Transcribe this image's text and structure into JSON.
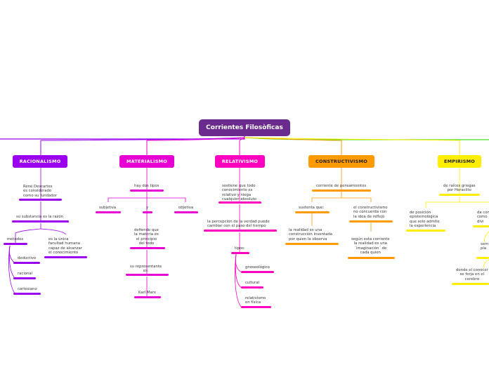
{
  "root": "Corrientes Filosòficas",
  "colors": {
    "root": "#6a2a8e",
    "racionalismo": "#9b00ef",
    "materialismo": "#e600d2",
    "relativismo": "#ff00bf",
    "constructivismo": "#ff9a00",
    "empirismo": "#ffee00",
    "far_right": "#44dd22"
  },
  "branches": {
    "racionalismo": "RACIONALISMO",
    "materialismo": "MATERIALISMO",
    "relativismo": "RELATIVISMO",
    "constructivismo": "CONSTRUCTIVISMO",
    "empirismo": "EMPIRISMO"
  },
  "racionalismo": {
    "n1": "René Descartes\nes considerado\ncomo su fundador",
    "n2": "su substancia es la razón",
    "n3": "métodos",
    "n4": "es la única\nfacultad humana\ncapaz de alcanzar\nel conocimiento",
    "n5": "deductivo",
    "n6": "racional",
    "n7": "cartesiano"
  },
  "materialismo": {
    "n1": "hay dos tipos",
    "n2": "subjetiva",
    "n3": "y",
    "n4": "objetiva",
    "n5": "defiende que\nla materia es\nel principio\ndel todo",
    "n6": "su representante\nes:",
    "n7": "Karl Marx"
  },
  "relativismo": {
    "n1": "sostiene que todo\nconocimiento es\nrelativo y niega\ncualquier absoluto",
    "n2": "la percepción de la verdad puede\ncambiar con el paso del tiempo",
    "n3": "tipos:",
    "n4": "gnoseológico",
    "n5": "cultural",
    "n6": "relativismo\nen física"
  },
  "constructivismo": {
    "n1": "corriente de pensamientos",
    "n2": "sustenta que:",
    "n3": "el constructivismo\nno concuerda con\nla idea de reflejo",
    "n4": "la realidad es una\nconstrucción inventada\npor quien la observa",
    "n5": "según esta corriente\nla realidad es una\n´imaginación´ de\ncada quien"
  },
  "empirismo": {
    "n1": "de raíces griegas\npor Heraclito",
    "n2": "de posición\nepistemológica\nque solo admite\nla experiencia",
    "n3": "da con\ncomo\ndivi",
    "n4": "sem\npla",
    "n5": "donde el conocer\nse forja en el\ncerebro"
  }
}
